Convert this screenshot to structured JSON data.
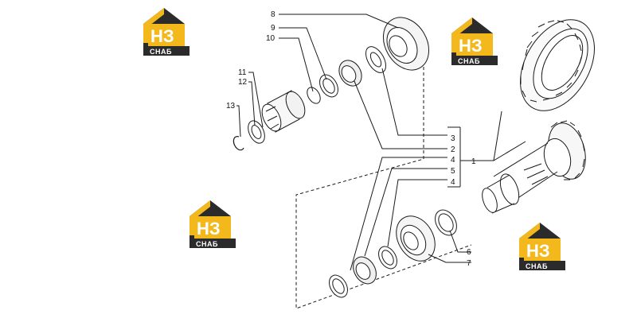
{
  "colors": {
    "line": "#1a1a1a",
    "logo_yellow": "#f2b81c",
    "logo_dark": "#2b2b2b",
    "logo_text": "#ffffff"
  },
  "watermark": {
    "top": "НЗ",
    "bottom": "СНАБ"
  },
  "callouts": {
    "c1": "1",
    "c2": "2",
    "c3": "3",
    "c4a": "4",
    "c4b": "4",
    "c5": "5",
    "c6": "6",
    "c7": "7",
    "c8": "8",
    "c9": "9",
    "c10": "10",
    "c11": "11",
    "c12": "12",
    "c13": "13"
  }
}
